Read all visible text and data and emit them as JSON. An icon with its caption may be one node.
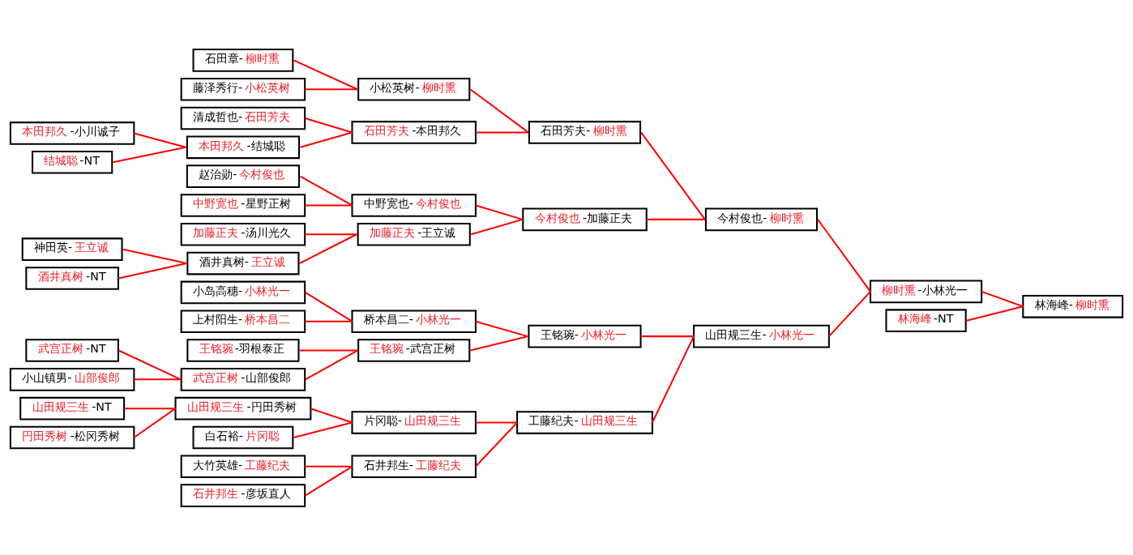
{
  "diagram": {
    "nodes": [
      {
        "text": [
          "本田邦久-小川诚子"
        ]
      },
      {
        "text": [
          "结城聪-NT"
        ]
      },
      {
        "text": [
          "神田英-王立诚"
        ]
      },
      {
        "text": [
          "酒井真树-NT"
        ]
      },
      {
        "text": [
          "武宫正树-NT"
        ]
      },
      {
        "text": [
          "小山镇男-山部俊郎"
        ]
      },
      {
        "text": [
          "山田规三生-NT"
        ]
      },
      {
        "text": [
          "円田秀树-松冈秀树"
        ]
      },
      {
        "text": [
          "石田章-柳时熏"
        ]
      },
      {
        "text": [
          "藤泽秀行-小松英树"
        ]
      },
      {
        "text": [
          "清成哲也-石田芳夫"
        ]
      },
      {
        "text": [
          "本田邦久-结城聪"
        ]
      },
      {
        "text": [
          "赵治勋-今村俊也"
        ]
      },
      {
        "text": [
          "中野宽也-星野正树"
        ]
      },
      {
        "text": [
          "加藤正夫-汤川光久"
        ]
      },
      {
        "text": [
          "酒井真树-王立诚"
        ]
      },
      {
        "text": [
          "小岛高穗-小林光一"
        ]
      },
      {
        "text": [
          "上村阳生-桥本昌二"
        ]
      },
      {
        "text": [
          "王铭琬-羽根泰正"
        ]
      },
      {
        "text": [
          "武宫正树-山部俊郎"
        ]
      },
      {
        "text": [
          "山田规三生-円田秀树"
        ]
      },
      {
        "text": [
          "白石裕-片冈聪"
        ]
      },
      {
        "text": [
          "大竹英雄-工藤纪夫"
        ]
      },
      {
        "text": [
          "石井邦生-彦坂直人"
        ]
      },
      {
        "text": [
          "小松英树-柳时熏"
        ]
      },
      {
        "text": [
          "石田芳夫-本田邦久"
        ]
      },
      {
        "text": [
          "中野宽也-今村俊也"
        ]
      },
      {
        "text": [
          "加藤正夫-王立诚"
        ]
      },
      {
        "text": [
          "桥本昌二-小林光一"
        ]
      },
      {
        "text": [
          "王铭琬-武宫正树"
        ]
      },
      {
        "text": [
          "片冈聪-山田规三生"
        ]
      },
      {
        "text": [
          "石井邦生-工藤纪夫"
        ]
      },
      {
        "text": [
          "石田芳夫-柳时熏"
        ]
      },
      {
        "text": [
          "今村俊也-加藤正夫"
        ]
      },
      {
        "text": [
          "王铭琬-小林光一"
        ]
      },
      {
        "text": [
          "工藤纪夫-山田规三生"
        ]
      },
      {
        "text": [
          "今村俊也-柳时熏"
        ]
      },
      {
        "text": [
          "山田规三生-小林光一"
        ]
      },
      {
        "text": [
          "柳时熏-小林光一"
        ]
      },
      {
        "text": [
          "林海峰-NT"
        ]
      },
      {
        "text": [
          "林海峰-柳时熏"
        ]
      }
    ],
    "edges": [
      {
        "from": 0,
        "to": 11,
        "arrow": "none"
      },
      {
        "from": 1,
        "to": 11,
        "arrow": "none"
      },
      {
        "from": 2,
        "to": 15,
        "arrow": "none"
      },
      {
        "from": 3,
        "to": 15,
        "arrow": "none"
      },
      {
        "from": 4,
        "to": 19,
        "arrow": "none"
      },
      {
        "from": 5,
        "to": 19,
        "arrow": "none"
      },
      {
        "from": 6,
        "to": 20,
        "arrow": "none"
      },
      {
        "from": 7,
        "to": 20,
        "arrow": "none"
      },
      {
        "from": 8,
        "to": 24,
        "arrow": "none"
      },
      {
        "from": 9,
        "to": 24,
        "arrow": "none"
      },
      {
        "from": 10,
        "to": 25,
        "arrow": "none"
      },
      {
        "from": 11,
        "to": 25,
        "arrow": "none"
      },
      {
        "from": 12,
        "to": 26,
        "arrow": "none"
      },
      {
        "from": 13,
        "to": 26,
        "arrow": "none"
      },
      {
        "from": 14,
        "to": 27,
        "arrow": "none"
      },
      {
        "from": 15,
        "to": 27,
        "arrow": "none"
      },
      {
        "from": 16,
        "to": 28,
        "arrow": "none"
      },
      {
        "from": 17,
        "to": 28,
        "arrow": "none"
      },
      {
        "from": 18,
        "to": 29,
        "arrow": "none"
      },
      {
        "from": 19,
        "to": 29,
        "arrow": "none"
      },
      {
        "from": 20,
        "to": 30,
        "arrow": "none"
      },
      {
        "from": 21,
        "to": 30,
        "arrow": "none"
      },
      {
        "from": 22,
        "to": 31,
        "arrow": "none"
      },
      {
        "from": 23,
        "to": 31,
        "arrow": "none"
      },
      {
        "from": 24,
        "to": 32,
        "arrow": "none"
      },
      {
        "from": 25,
        "to": 32,
        "arrow": "none"
      },
      {
        "from": 26,
        "to": 33,
        "arrow": "none"
      },
      {
        "from": 27,
        "to": 33,
        "arrow": "none"
      },
      {
        "from": 28,
        "to": 34,
        "arrow": "none"
      },
      {
        "from": 29,
        "to": 34,
        "arrow": "none"
      },
      {
        "from": 30,
        "to": 35,
        "arrow": "none"
      },
      {
        "from": 31,
        "to": 35,
        "arrow": "none"
      },
      {
        "from": 32,
        "to": 36,
        "arrow": "none"
      },
      {
        "from": 33,
        "to": 36,
        "arrow": "none"
      },
      {
        "from": 34,
        "to": 37,
        "arrow": "none"
      },
      {
        "from": 35,
        "to": 37,
        "arrow": "none"
      },
      {
        "from": 36,
        "to": 38,
        "arrow": "none"
      },
      {
        "from": 37,
        "to": 38,
        "arrow": "none"
      },
      {
        "from": 38,
        "to": 40,
        "arrow": "none"
      },
      {
        "from": 39,
        "to": 40,
        "arrow": "none"
      }
    ]
  }
}
